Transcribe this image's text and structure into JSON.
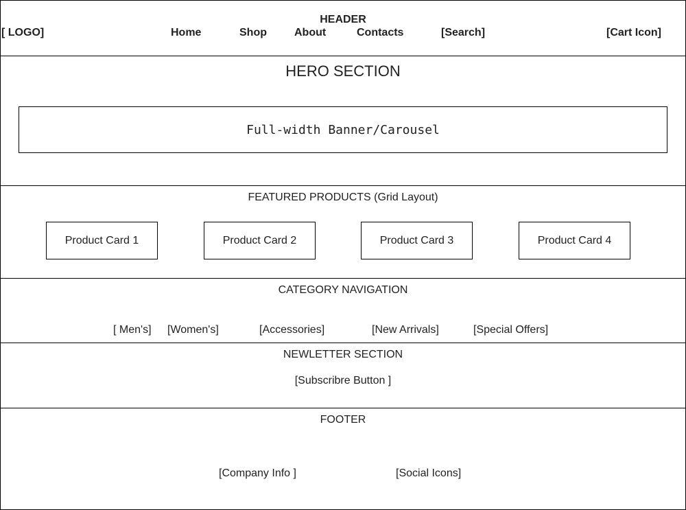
{
  "header": {
    "title": "HEADER",
    "logo": "[ LOGO]",
    "nav": [
      "Home",
      "Shop",
      "About",
      "Contacts"
    ],
    "search": "[Search]",
    "cart": "[Cart Icon]"
  },
  "hero": {
    "title": "HERO SECTION",
    "banner": "Full-width Banner/Carousel"
  },
  "featured": {
    "title": "FEATURED PRODUCTS (Grid Layout)",
    "cards": [
      "Product Card 1",
      "Product Card 2",
      "Product Card  3",
      "Product Card 4"
    ]
  },
  "category": {
    "title": "CATEGORY  NAVIGATION",
    "links": [
      "[ Men's]",
      "[Women's]",
      "[Accessories]",
      "[New Arrivals]",
      "[Special Offers]"
    ]
  },
  "newsletter": {
    "title": "NEWLETTER SECTION",
    "button": "[Subscribre Button ]"
  },
  "footer": {
    "title": "FOOTER",
    "company": "[Company Info ]",
    "social": "[Social Icons]"
  }
}
